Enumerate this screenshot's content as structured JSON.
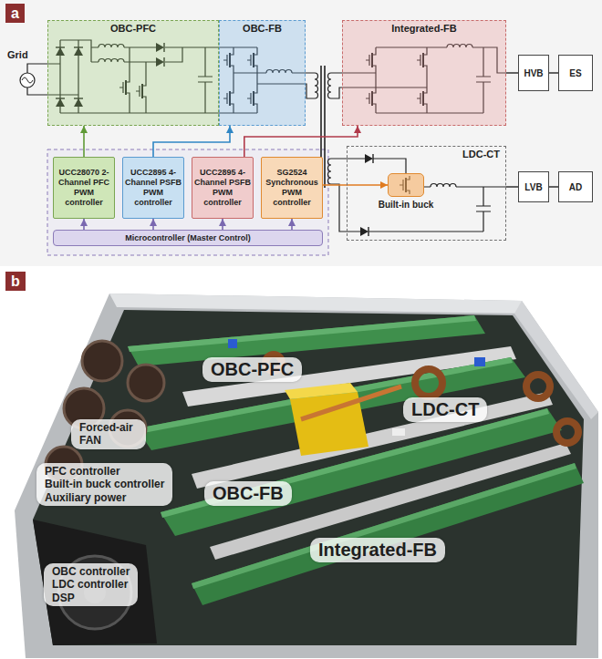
{
  "diagram": {
    "nodes": [
      {
        "text": [
          "OBC-PFC"
        ]
      },
      {
        "text": [
          "OBC-FB"
        ]
      },
      {
        "text": [
          "Integrated-FB"
        ]
      },
      {
        "text": [
          "HVB"
        ]
      },
      {
        "text": [
          "ES"
        ]
      },
      {
        "text": [
          "LDC-CT"
        ]
      },
      {
        "text": [
          "Built-in buck"
        ],
        "in": 5
      },
      {
        "text": [
          "LVB"
        ]
      },
      {
        "text": [
          "AD"
        ]
      },
      {
        "text": [
          "UCC28070 2-Channel PFC PWM controller"
        ]
      },
      {
        "text": [
          "UCC2895 4-Channel PSFB PWM controller"
        ]
      },
      {
        "text": [
          "UCC2895 4-Channel PSFB PWM controller"
        ]
      },
      {
        "text": [
          "SG2524 Synchronous PWM controller"
        ]
      },
      {
        "text": [
          "Microcontroller (Master Control)"
        ]
      },
      {
        "text": [
          "OBC-PFC"
        ]
      },
      {
        "text": [
          "LDC-CT"
        ]
      },
      {
        "text": [
          "Forced-air FAN"
        ]
      },
      {
        "text": [
          "PFC controller",
          "Built-in buck controller",
          "Auxiliary power"
        ]
      },
      {
        "text": [
          "OBC-FB"
        ]
      },
      {
        "text": [
          "Integrated-FB"
        ]
      },
      {
        "text": [
          "OBC controller",
          "LDC controller",
          "DSP"
        ]
      }
    ],
    "edges": [
      {
        "from": 9,
        "to": 0,
        "arrow": "to"
      },
      {
        "from": 10,
        "to": 1,
        "arrow": "to"
      },
      {
        "from": 11,
        "to": 2,
        "arrow": "to"
      },
      {
        "from": 12,
        "to": 6,
        "arrow": "to"
      },
      {
        "from": 13,
        "to": 9,
        "arrow": "to"
      },
      {
        "from": 13,
        "to": 10,
        "arrow": "to"
      },
      {
        "from": 13,
        "to": 11,
        "arrow": "to"
      },
      {
        "from": 13,
        "to": 12,
        "arrow": "to"
      },
      {
        "from": 2,
        "to": 3,
        "arrow": "none"
      },
      {
        "from": 3,
        "to": 4,
        "arrow": "none"
      },
      {
        "from": 5,
        "to": 7,
        "arrow": "none"
      },
      {
        "from": 7,
        "to": 8,
        "arrow": "none"
      }
    ],
    "labels": [
      "a",
      "b",
      "Grid"
    ]
  }
}
